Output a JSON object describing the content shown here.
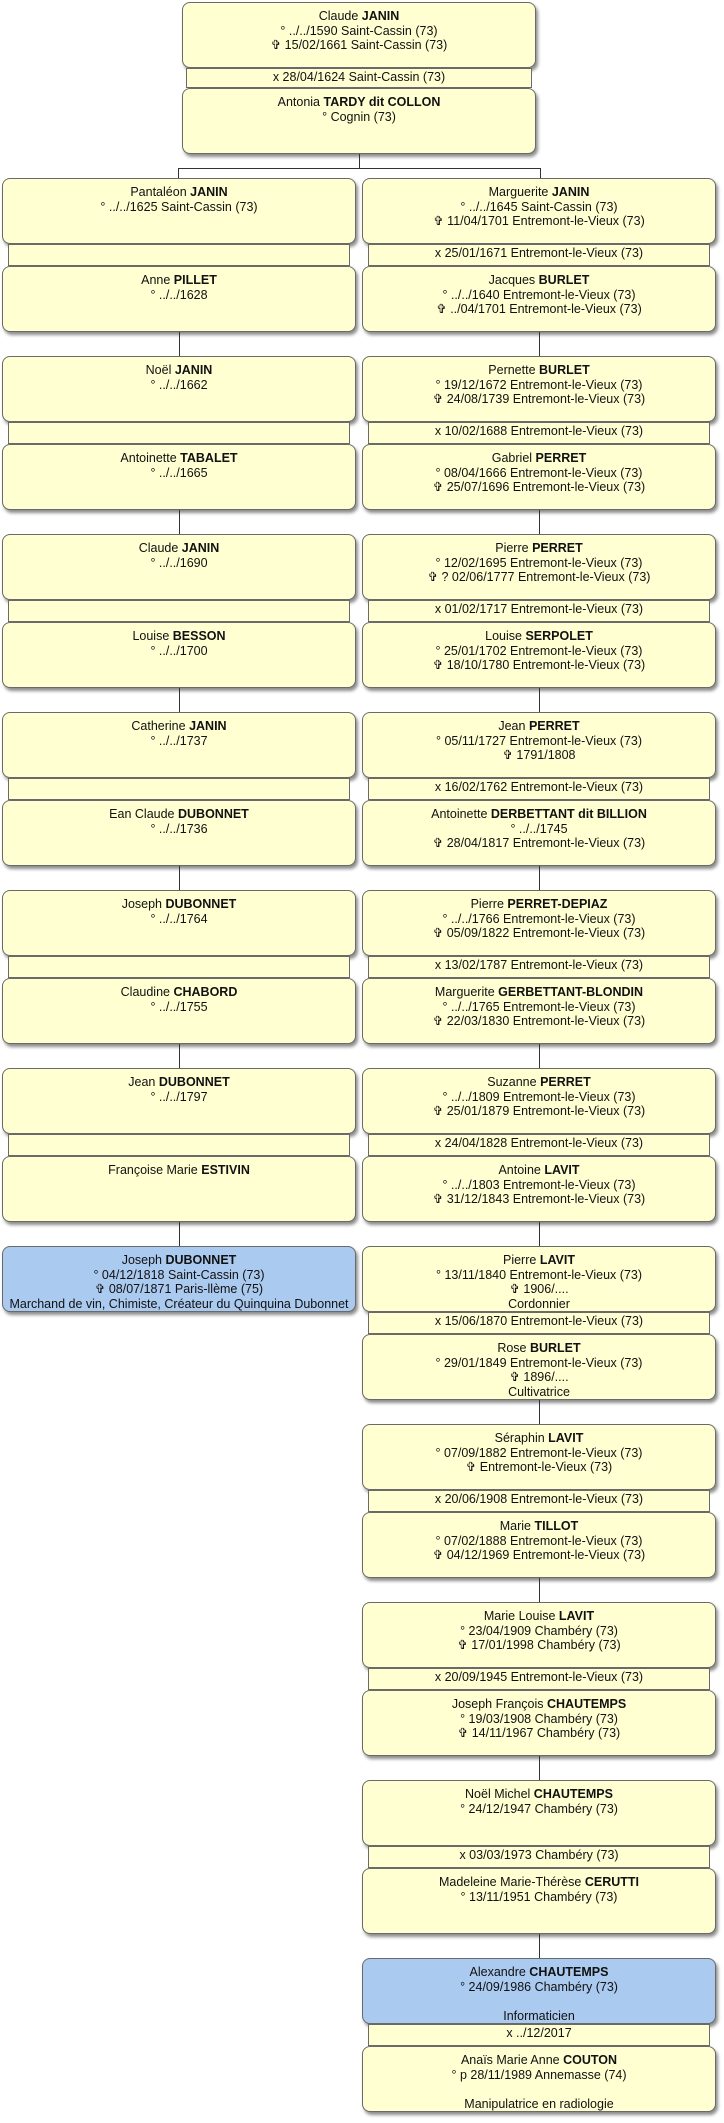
{
  "root": {
    "person1": {
      "given": "Claude",
      "surname": "JANIN",
      "lines": [
        "° ../../1590 Saint-Cassin (73)",
        "✞ 15/02/1661 Saint-Cassin (73)"
      ]
    },
    "marriage": "x 28/04/1624 Saint-Cassin (73)",
    "person2": {
      "given": "Antonia",
      "surname": "TARDY dit COLLON",
      "lines": [
        "° Cognin (73)"
      ]
    }
  },
  "left_branch": [
    {
      "person1": {
        "given": "Pantaléon",
        "surname": "JANIN",
        "lines": [
          "° ../../1625 Saint-Cassin (73)"
        ]
      },
      "marriage": "",
      "person2": {
        "given": "Anne",
        "surname": "PILLET",
        "lines": [
          "° ../../1628"
        ]
      }
    },
    {
      "person1": {
        "given": "Noël",
        "surname": "JANIN",
        "lines": [
          "° ../../1662"
        ]
      },
      "marriage": "",
      "person2": {
        "given": "Antoinette",
        "surname": "TABALET",
        "lines": [
          "° ../../1665"
        ]
      }
    },
    {
      "person1": {
        "given": "Claude",
        "surname": "JANIN",
        "lines": [
          "° ../../1690"
        ]
      },
      "marriage": "",
      "person2": {
        "given": "Louise",
        "surname": "BESSON",
        "lines": [
          "° ../../1700"
        ]
      }
    },
    {
      "person1": {
        "given": "Catherine",
        "surname": "JANIN",
        "lines": [
          "° ../../1737"
        ]
      },
      "marriage": "",
      "person2": {
        "given": "Ean Claude",
        "surname": "DUBONNET",
        "lines": [
          "° ../../1736"
        ]
      }
    },
    {
      "person1": {
        "given": "Joseph",
        "surname": "DUBONNET",
        "lines": [
          "° ../../1764"
        ]
      },
      "marriage": "",
      "person2": {
        "given": "Claudine",
        "surname": "CHABORD",
        "lines": [
          "° ../../1755"
        ]
      }
    },
    {
      "person1": {
        "given": "Jean",
        "surname": "DUBONNET",
        "lines": [
          "° ../../1797"
        ]
      },
      "marriage": "",
      "person2": {
        "given": "Françoise Marie",
        "surname": "ESTIVIN",
        "lines": []
      }
    }
  ],
  "left_final": {
    "given": "Joseph",
    "surname": "DUBONNET",
    "lines": [
      "° 04/12/1818 Saint-Cassin (73)",
      "✞ 08/07/1871 Paris-llème (75)",
      "Marchand de vin, Chimiste, Créateur du Quinquina Dubonnet"
    ]
  },
  "right_branch": [
    {
      "person1": {
        "given": "Marguerite",
        "surname": "JANIN",
        "lines": [
          "° ../../1645 Saint-Cassin (73)",
          "✞ 11/04/1701 Entremont-le-Vieux (73)"
        ]
      },
      "marriage": "x 25/01/1671 Entremont-le-Vieux (73)",
      "person2": {
        "given": "Jacques",
        "surname": "BURLET",
        "lines": [
          "° ../../1640 Entremont-le-Vieux (73)",
          "✞ ../04/1701 Entremont-le-Vieux (73)"
        ]
      }
    },
    {
      "person1": {
        "given": "Pernette",
        "surname": "BURLET",
        "lines": [
          "° 19/12/1672 Entremont-le-Vieux (73)",
          "✞ 24/08/1739 Entremont-le-Vieux (73)"
        ]
      },
      "marriage": "x 10/02/1688 Entremont-le-Vieux (73)",
      "person2": {
        "given": "Gabriel",
        "surname": "PERRET",
        "lines": [
          "° 08/04/1666 Entremont-le-Vieux (73)",
          "✞ 25/07/1696 Entremont-le-Vieux (73)"
        ]
      }
    },
    {
      "person1": {
        "given": "Pierre",
        "surname": "PERRET",
        "lines": [
          "° 12/02/1695 Entremont-le-Vieux (73)",
          "✞ ? 02/06/1777 Entremont-le-Vieux (73)"
        ]
      },
      "marriage": "x 01/02/1717 Entremont-le-Vieux (73)",
      "person2": {
        "given": "Louise",
        "surname": "SERPOLET",
        "lines": [
          "° 25/01/1702 Entremont-le-Vieux (73)",
          "✞ 18/10/1780 Entremont-le-Vieux (73)"
        ]
      }
    },
    {
      "person1": {
        "given": "Jean",
        "surname": "PERRET",
        "lines": [
          "° 05/11/1727 Entremont-le-Vieux (73)",
          "✞  1791/1808"
        ]
      },
      "marriage": "x 16/02/1762 Entremont-le-Vieux (73)",
      "person2": {
        "given": "Antoinette",
        "surname": "DERBETTANT dit BILLION",
        "lines": [
          "° ../../1745",
          "✞ 28/04/1817 Entremont-le-Vieux (73)"
        ]
      }
    },
    {
      "person1": {
        "given": "Pierre",
        "surname": "PERRET-DEPIAZ",
        "lines": [
          "° ../../1766 Entremont-le-Vieux (73)",
          "✞ 05/09/1822 Entremont-le-Vieux (73)"
        ]
      },
      "marriage": "x 13/02/1787 Entremont-le-Vieux (73)",
      "person2": {
        "given": "Marguerite",
        "surname": "GERBETTANT-BLONDIN",
        "lines": [
          "° ../../1765 Entremont-le-Vieux (73)",
          "✞ 22/03/1830 Entremont-le-Vieux (73)"
        ]
      }
    },
    {
      "person1": {
        "given": "Suzanne",
        "surname": "PERRET",
        "lines": [
          "° ../../1809 Entremont-le-Vieux (73)",
          "✞ 25/01/1879 Entremont-le-Vieux (73)"
        ]
      },
      "marriage": "x 24/04/1828 Entremont-le-Vieux (73)",
      "person2": {
        "given": "Antoine",
        "surname": "LAVIT",
        "lines": [
          "° ../../1803 Entremont-le-Vieux (73)",
          "✞ 31/12/1843 Entremont-le-Vieux (73)"
        ]
      }
    },
    {
      "person1": {
        "given": "Pierre",
        "surname": "LAVIT",
        "lines": [
          "° 13/11/1840 Entremont-le-Vieux (73)",
          "✞  1906/....",
          "Cordonnier"
        ]
      },
      "marriage": "x 15/06/1870 Entremont-le-Vieux (73)",
      "person2": {
        "given": "Rose",
        "surname": "BURLET",
        "lines": [
          "° 29/01/1849 Entremont-le-Vieux (73)",
          "✞  1896/....",
          "Cultivatrice"
        ]
      }
    },
    {
      "person1": {
        "given": "Séraphin",
        "surname": "LAVIT",
        "lines": [
          "° 07/09/1882 Entremont-le-Vieux (73)",
          "✞ Entremont-le-Vieux (73)"
        ]
      },
      "marriage": "x 20/06/1908 Entremont-le-Vieux (73)",
      "person2": {
        "given": "Marie",
        "surname": "TILLOT",
        "lines": [
          "° 07/02/1888 Entremont-le-Vieux (73)",
          "✞ 04/12/1969 Entremont-le-Vieux (73)"
        ]
      }
    },
    {
      "person1": {
        "given": "Marie Louise",
        "surname": "LAVIT",
        "lines": [
          "° 23/04/1909 Chambéry (73)",
          "✞ 17/01/1998 Chambéry (73)"
        ]
      },
      "marriage": "x 20/09/1945 Entremont-le-Vieux (73)",
      "person2": {
        "given": "Joseph François",
        "surname": "CHAUTEMPS",
        "lines": [
          "° 19/03/1908 Chambéry (73)",
          "✞ 14/11/1967 Chambéry (73)"
        ]
      }
    },
    {
      "person1": {
        "given": "Noël Michel",
        "surname": "CHAUTEMPS",
        "lines": [
          "° 24/12/1947 Chambéry (73)"
        ]
      },
      "marriage": "x 03/03/1973 Chambéry (73)",
      "person2": {
        "given": "Madeleine Marie-Thérèse",
        "surname": "CERUTTI",
        "lines": [
          "° 13/11/1951 Chambéry (73)"
        ]
      }
    },
    {
      "person1": {
        "given": "Alexandre",
        "surname": "CHAUTEMPS",
        "lines": [
          "° 24/09/1986 Chambéry (73)",
          "",
          "Informaticien"
        ]
      },
      "marriage": "x ../12/2017",
      "person2": {
        "given": "Anaïs Marie Anne",
        "surname": "COUTON",
        "lines": [
          "° p 28/11/1989 Annemasse (74)",
          "",
          "Manipulatrice en radiologie"
        ]
      }
    }
  ],
  "colors": {
    "box": "#ffffd2",
    "highlight": "#abcaf0",
    "border": "#6a6a6a",
    "line": "#333333"
  }
}
